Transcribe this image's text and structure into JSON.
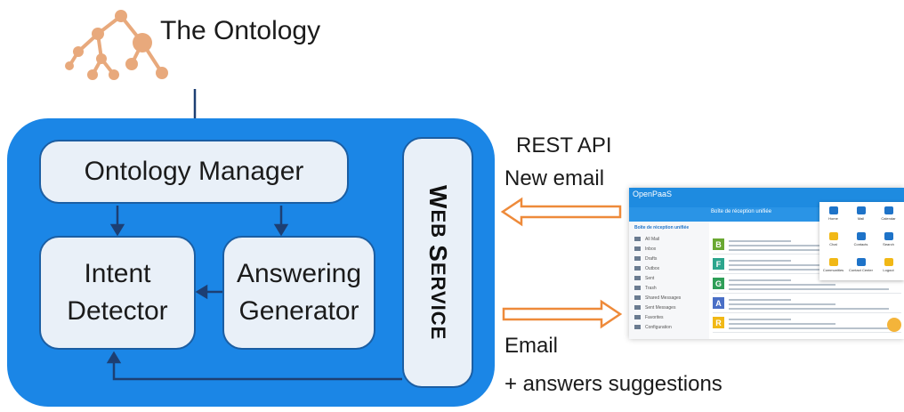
{
  "ontology": {
    "title": "The Ontology"
  },
  "blocks": {
    "ontology_manager": "Ontology Manager",
    "intent_detector_line1": "Intent",
    "intent_detector_line2": "Detector",
    "answering_generator_line1": "Answering",
    "answering_generator_line2": "Generator",
    "web_service_w": "W",
    "web_service_eb": "EB ",
    "web_service_s": "S",
    "web_service_ervice": "ERVICE"
  },
  "side_labels": {
    "rest_api": "REST API",
    "new_email": "New email",
    "email": "Email",
    "answers": "+ answers suggestions"
  },
  "app": {
    "brand": "OpenPaaS",
    "inbox_title": "Boîte de réception unifiée",
    "sidebar_heading": "Boîte de réception unifiée",
    "sidebar_items": [
      "All Mail",
      "Inbox",
      "Drafts",
      "Outbox",
      "Sent",
      "Trash",
      "Shared Messages",
      "Sent Messages",
      "Favorites",
      "Configuration"
    ],
    "mail_avatars": [
      "B",
      "F",
      "G",
      "A",
      "R"
    ],
    "mail_colors": [
      "#6aa832",
      "#2ca58d",
      "#2e9e57",
      "#4a6fc6",
      "#f1b816"
    ],
    "menu_items": [
      "Home",
      "Mail",
      "Calendar",
      "Chat",
      "Contacts",
      "Search",
      "Communities",
      "Contact Center",
      "Logout"
    ]
  },
  "colors": {
    "panel": "#1b86e6",
    "box_fill": "#e9f0f8",
    "arrow_dark": "#1d3f73",
    "arrow_orange": "#ee8a3a",
    "tree": "#e8a97c"
  }
}
